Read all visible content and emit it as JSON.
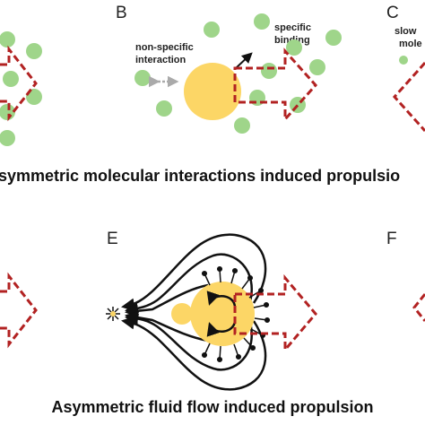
{
  "panels": {
    "b": "B",
    "c": "C",
    "e": "E",
    "f": "F"
  },
  "annotations": {
    "nonspecific": [
      "non-specific",
      "interaction"
    ],
    "specific": [
      "specific",
      "binding"
    ],
    "slow": [
      "slow",
      "mole"
    ]
  },
  "captions": {
    "top": "symmetric molecular interactions induced propulsio",
    "bottom": "Asymmetric fluid flow induced propulsion"
  },
  "colors": {
    "molecule": "#9fd58a",
    "particle": "#fcd666",
    "arrow_outline": "#b22222",
    "flow": "#111111"
  }
}
